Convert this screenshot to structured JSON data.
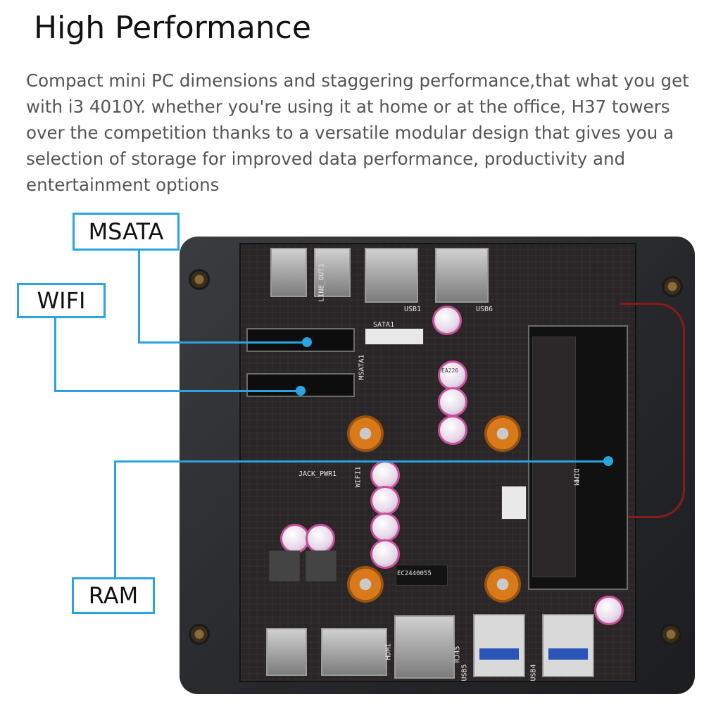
{
  "page": {
    "title": "High Performance",
    "description": "Compact mini PC dimensions and staggering performance,that what you get with i3 4010Y. whether you're using it at home or at the office, H37 towers over the competition thanks to a versatile modular design that gives you a selection of storage for improved data performance, productivity and entertainment options"
  },
  "callouts": {
    "msata": "MSATA",
    "wifi": "WIFI",
    "ram": "RAM"
  },
  "board_labels": {
    "usb1": "USB1",
    "usb6": "USB6",
    "usb5": "USB5",
    "usb4": "USB4",
    "rj45": "RJ45",
    "hdmi": "HDMI",
    "sata1": "SATA1",
    "line_out": "LINE_OUT1",
    "msata1": "MSATA1",
    "wifi1": "WIFI1",
    "jack_pwr": "JACK_PWR1",
    "dimm": "DIMM",
    "ec_chip": "EC2440055",
    "cap_text": "EA226"
  },
  "colors": {
    "accent": "#2aa3df",
    "case": "#2a2c2f",
    "pcb": "#2a2526"
  }
}
